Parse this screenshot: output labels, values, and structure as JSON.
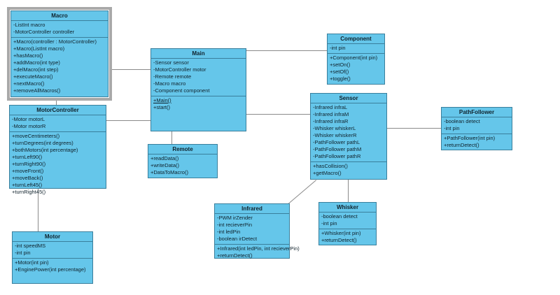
{
  "diagram": {
    "type": "uml-class-diagram",
    "background": "#ffffff",
    "class_fill": "#65c6ea",
    "class_border": "#3a7f9c",
    "line_color": "#8a8a8a",
    "selection_color": "#a9a9a9"
  },
  "classes": {
    "macro": {
      "name": "Macro",
      "attributes": [
        "-ListInt macro",
        "-MotorController controller"
      ],
      "methods": [
        "+Macro(controller : MotorController)",
        "+Macro(ListInt macro)",
        "+hasMacro()",
        "+addMacro(int type)",
        "+delMacro(int step)",
        "+executeMacro()",
        "+nextMacro()",
        "+removeAllMacros()"
      ]
    },
    "motorcontroller": {
      "name": "MotorController",
      "attributes": [
        "-Motor motorL",
        "-Motor motorR"
      ],
      "methods": [
        "+moveCentimeters()",
        "+turnDegrees(int degrees)",
        "+bothMotors(int percentage)",
        "+turnLeft90()",
        "+turnRight90()",
        "+moveFront()",
        "+moveBack()",
        "+turnLeft45()",
        "+turnRight45()"
      ]
    },
    "motor": {
      "name": "Motor",
      "attributes": [
        "-int speedMS",
        "-int pin"
      ],
      "methods": [
        "+Motor(int pin)",
        "+EnginePower(int percentage)"
      ]
    },
    "main": {
      "name": "Main",
      "attributes": [
        "-Sensor sensor",
        "-MotorController motor",
        "-Remote remote",
        "-Macro macro",
        "-Component component"
      ],
      "methods": [
        "+Main()",
        "+start()"
      ],
      "static_methods": [
        "+Main()"
      ]
    },
    "remote": {
      "name": "Remote",
      "attributes": [],
      "methods": [
        "+readData()",
        "+writeData()",
        "+DataToMacro()"
      ]
    },
    "component": {
      "name": "Component",
      "attributes": [
        "-int pin"
      ],
      "methods": [
        "+Component(int pin)",
        "+setOn()",
        "+setOf()",
        "+toggle()"
      ]
    },
    "sensor": {
      "name": "Sensor",
      "attributes": [
        "-Infrared infraL",
        "-Infrared infraM",
        "-Infrared infraR",
        "-Whisker whiskerL",
        "-Whisker whiskerR",
        "-PathFollower pathL",
        "-PathFollower pathM",
        "-PathFollower pathR"
      ],
      "methods": [
        "+hasCollision()",
        "+getMacro()"
      ]
    },
    "pathfollower": {
      "name": "PathFollower",
      "attributes": [
        "-boolean detect",
        "-int pin"
      ],
      "methods": [
        "+PathFollower(int pin)",
        "+returnDetect()"
      ]
    },
    "infrared": {
      "name": "Infrared",
      "attributes": [
        "-PWM irZender",
        "-int recieverPin",
        "-int ledPin",
        "-boolean irDetect"
      ],
      "methods": [
        "+Infrared(int ledPin, int recieverPin)",
        "+returnDetect()"
      ]
    },
    "whisker": {
      "name": "Whisker",
      "attributes": [
        "-boolean detect",
        "-int pin"
      ],
      "methods": [
        "+Whisker(int pin)",
        "+returnDetect()"
      ]
    }
  }
}
